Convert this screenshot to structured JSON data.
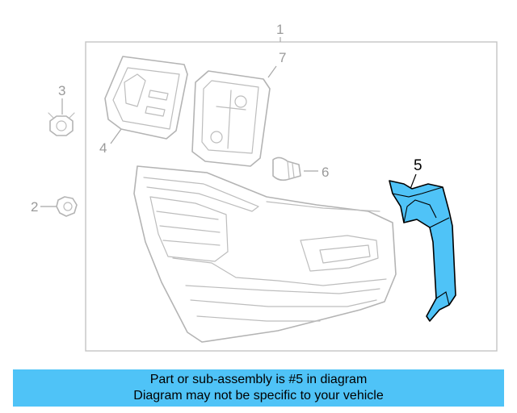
{
  "diagram": {
    "callouts": {
      "c1": "1",
      "c2": "2",
      "c3": "3",
      "c4": "4",
      "c5": "5",
      "c6": "6",
      "c7": "7"
    },
    "highlighted_part": "5",
    "highlight_color": "#4fc3f7"
  },
  "banner": {
    "line1": "Part or sub-assembly is #5 in diagram",
    "line2": "Diagram may not be specific to your vehicle",
    "background": "#4fc3f7"
  }
}
